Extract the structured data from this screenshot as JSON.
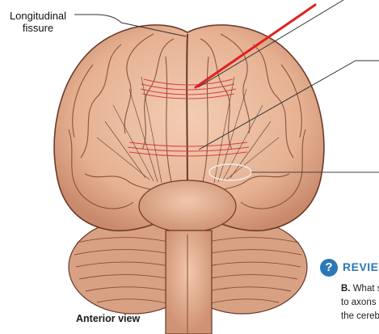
{
  "diagram": {
    "label_fissure_line1": "Longitudinal",
    "label_fissure_line2": "fissure",
    "label_view": "Anterior view"
  },
  "review": {
    "icon": "?",
    "title": "REVIEW",
    "line1_prefix": "B.",
    "line1_text": "What s",
    "line2": "to axons",
    "line3": "the cereb"
  },
  "colors": {
    "brain_fill": "#e9b79a",
    "brain_dark": "#c98a6c",
    "outline": "#6b3a28",
    "fiber": "#d94040",
    "annotation_red": "#e02020",
    "accent_blue": "#2b78b6"
  }
}
